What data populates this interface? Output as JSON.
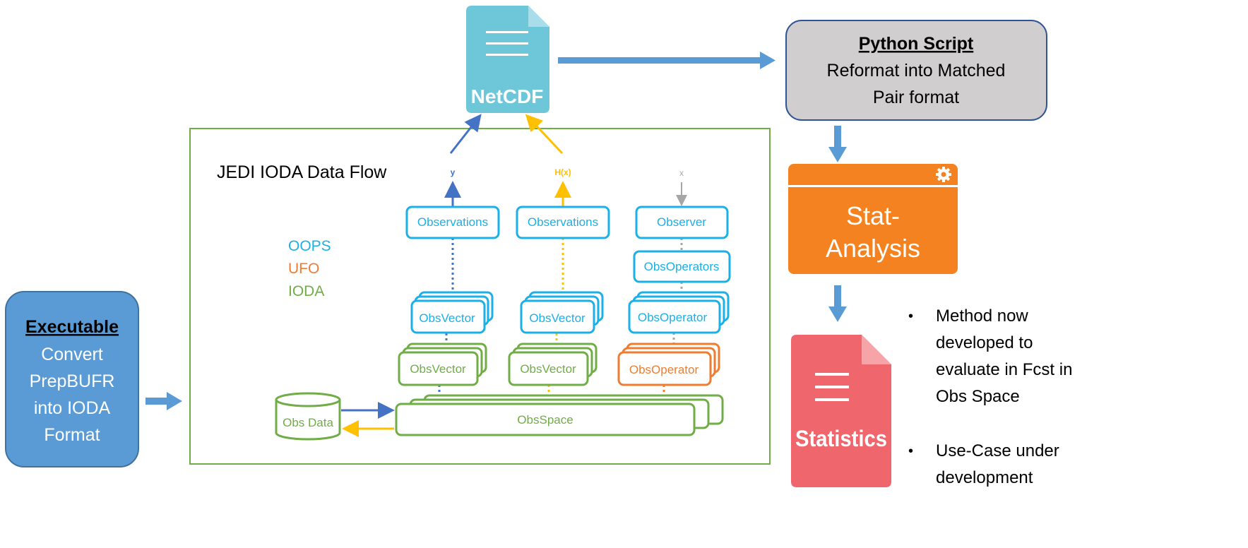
{
  "executable": {
    "title": "Executable",
    "lines": [
      "Convert",
      "PrepBUFR",
      "into IODA",
      "Format"
    ]
  },
  "netcdf": {
    "label": "NetCDF"
  },
  "python_script": {
    "title": "Python Script",
    "lines": [
      "Reformat into Matched",
      "Pair format"
    ]
  },
  "stat_analysis": {
    "lines": [
      "Stat-",
      "Analysis"
    ]
  },
  "statistics": {
    "label": "Statistics"
  },
  "jedi": {
    "title_bold": "JEDI",
    "title_rest": " IODA Data Flow"
  },
  "legend": {
    "oops": "OOPS",
    "ufo": "UFO",
    "ioda": "IODA"
  },
  "outputs": {
    "y": "y",
    "hx": "H(x)",
    "x": "x"
  },
  "boxes": {
    "obs1": "Observations",
    "obs2": "Observations",
    "observer": "Observer",
    "obsoperators": "ObsOperators",
    "obsvector_oops1": "ObsVector",
    "obsvector_oops2": "ObsVector",
    "obsoperator_oops": "ObsOperator",
    "obsvector_ioda1": "ObsVector",
    "obsvector_ioda2": "ObsVector",
    "obsoperator_ufo": "ObsOperator",
    "obsspace": "ObsSpace",
    "obsdata": "Obs Data"
  },
  "bullets": [
    [
      "Method now",
      "developed to",
      "evaluate in Fcst in",
      "Obs Space"
    ],
    [
      "Use-Case under",
      "development"
    ]
  ],
  "colors": {
    "oops": "#1ab0e8",
    "ufo": "#ee7d31",
    "ioda": "#70ad47",
    "blue_arrow": "#5b9bd5",
    "navy_arrow": "#4472c4",
    "hx_arrow": "#ffc000",
    "x_arrow": "#a6a6a6",
    "executable_fill": "#5b9bd5",
    "netcdf_fill": "#6ec6d9",
    "python_fill": "#d0cece",
    "stat_fill": "#f58220",
    "statistics_fill": "#f0666d"
  }
}
